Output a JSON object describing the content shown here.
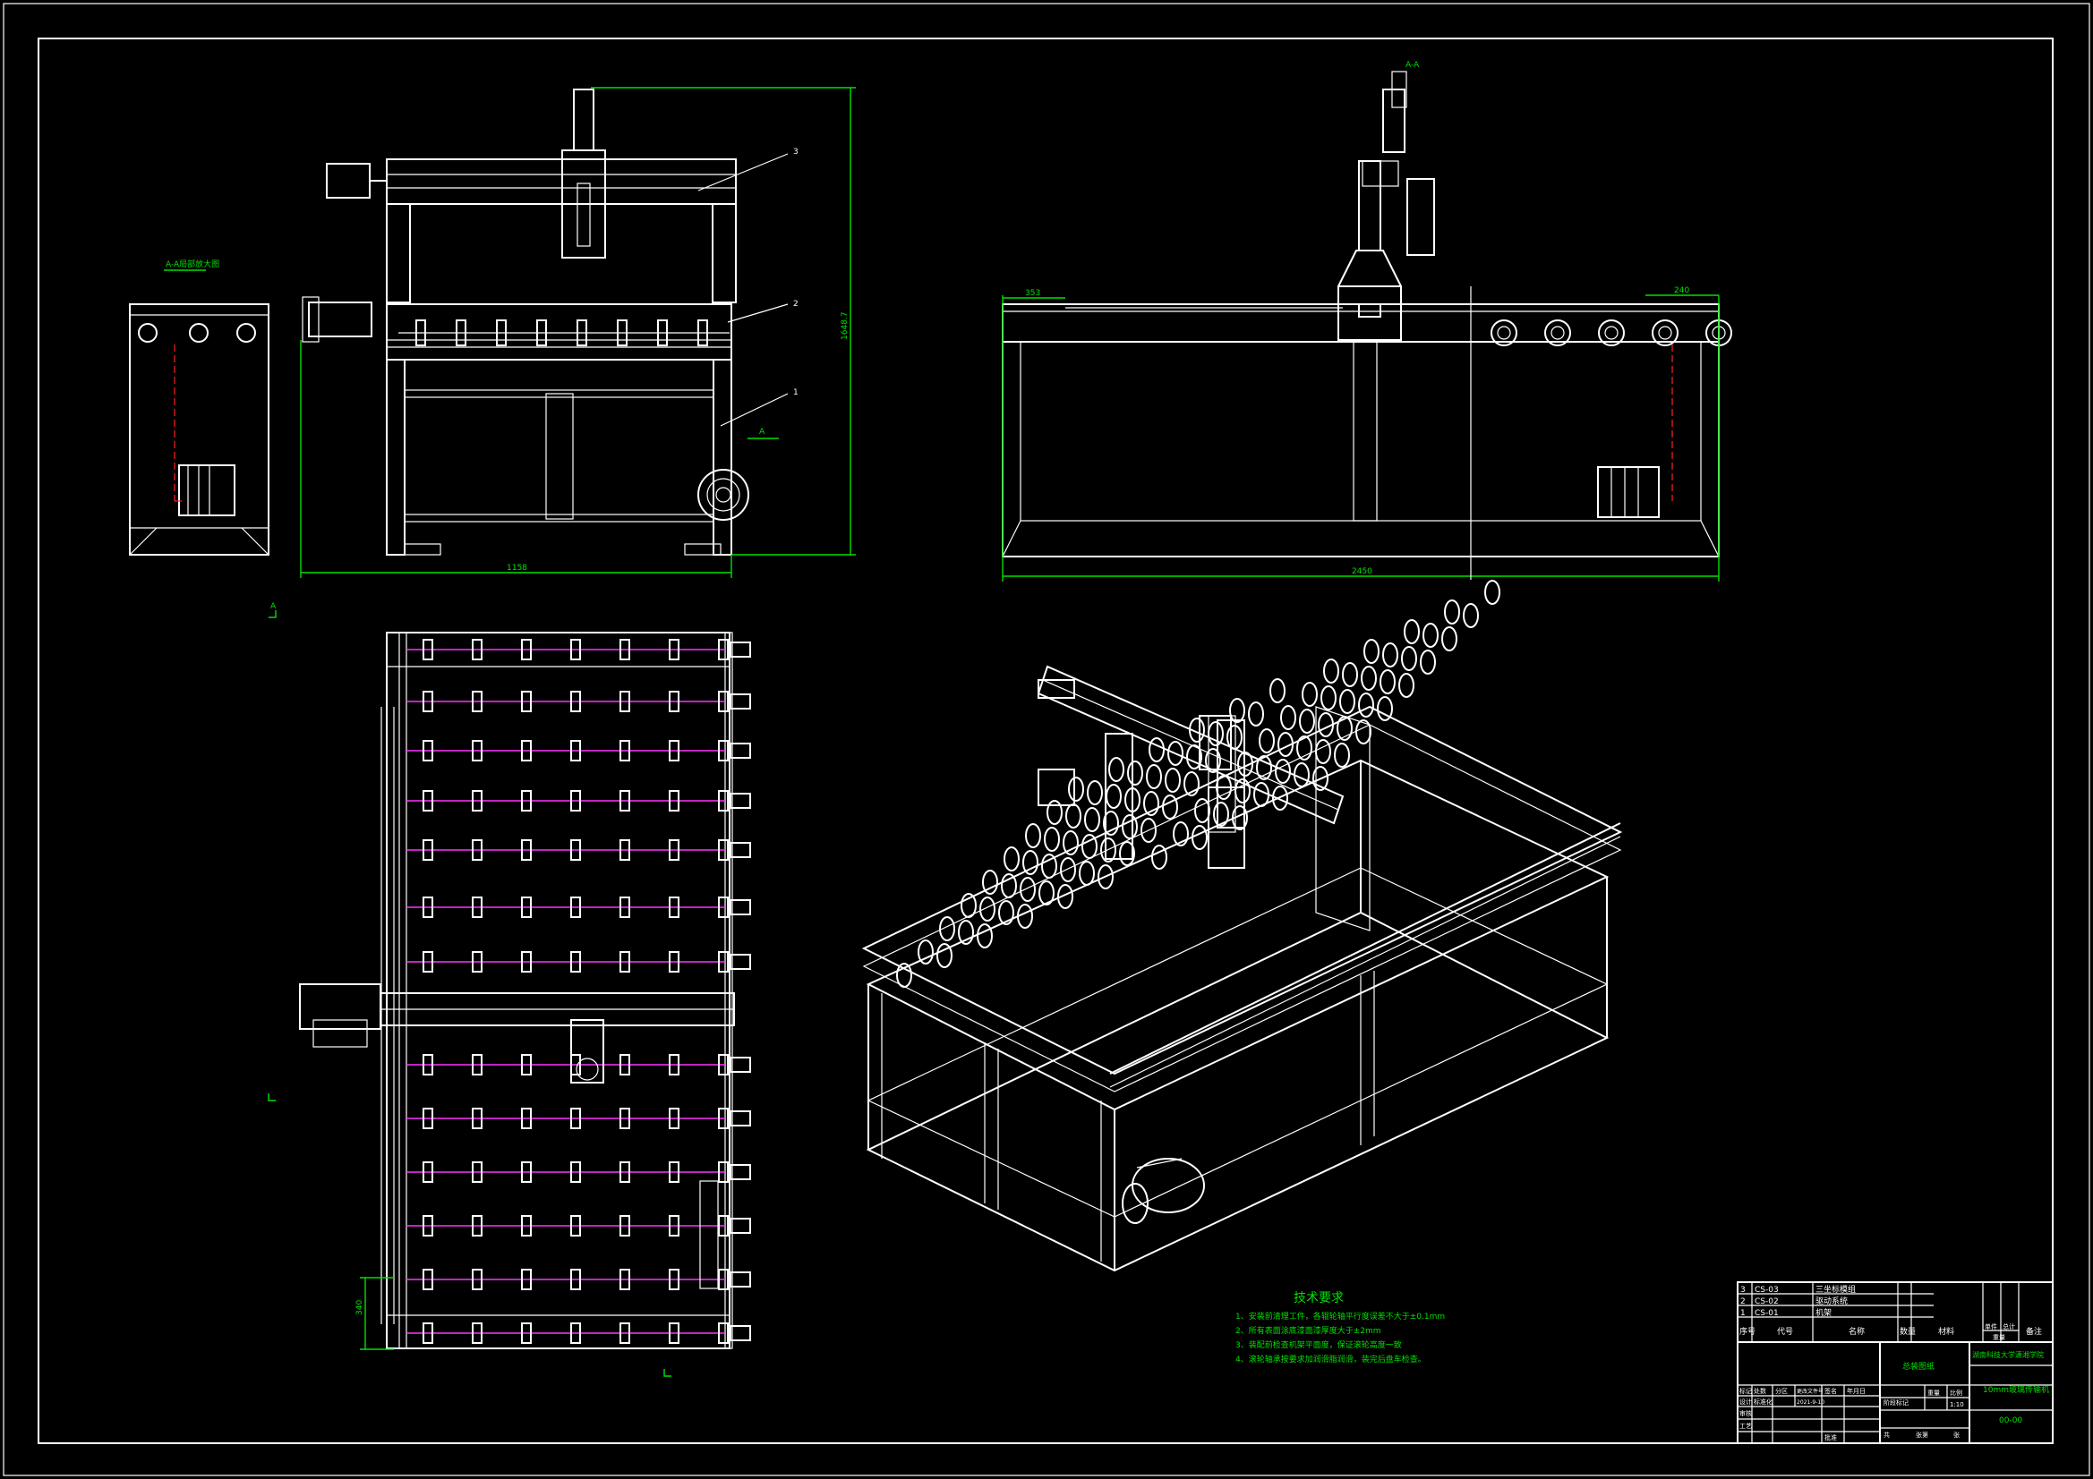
{
  "sheet": {
    "front_view": {
      "callout_1": "1",
      "callout_2": "2",
      "callout_3": "3",
      "overall_width_dim": "1158",
      "overall_height_dim": "1648.7",
      "section_marker": "A"
    },
    "side_section": {
      "title": "A-A局部放大图"
    },
    "right_view": {
      "section_marker": "A-A",
      "left_end_dim": "353",
      "right_end_dim": "240",
      "overall_length_dim": "2450"
    },
    "top_view": {
      "section_marker": "A",
      "dim_left": "340"
    },
    "tech_requirements": {
      "heading": "技术要求",
      "items": [
        "1、安装前清理工件，各辊轮轴平行度误差不大于±0.1mm",
        "2、所有表面涂底漆面漆厚度大于±2mm",
        "3、装配前检查机架平面度，保证滚轮高度一致",
        "4、滚轮轴承按要求加润滑脂润滑，装完后盘车检查。"
      ]
    },
    "title_block": {
      "bom": [
        {
          "no": "3",
          "code": "CS-03",
          "name": "三坐标模组"
        },
        {
          "no": "2",
          "code": "CS-02",
          "name": "驱动系统"
        },
        {
          "no": "1",
          "code": "CS-01",
          "name": "机架"
        }
      ],
      "bom_headers": {
        "no": "序号",
        "code": "代号",
        "name": "名称",
        "qty": "数量",
        "material": "材料",
        "unit_weight": "单件",
        "total_weight": "总计",
        "weight": "重量",
        "remark": "备注"
      },
      "material_cell": "总装图纸",
      "school": "湖南科技大学潇湘学院",
      "drawing_name": "10mm玻璃传输机",
      "drawing_no": "00-00",
      "scale_label": "比例",
      "scale_value": "1:10",
      "stage_label": "阶段标记",
      "weight_label": "重量",
      "sheet_total": "共",
      "sheet_num": "张第",
      "sheet_unit": "张",
      "designer_label": "设计",
      "reviewer_label": "审核",
      "standard_label": "标准化",
      "process_label": "工艺",
      "approve_label": "批准",
      "mark_label": "标记",
      "count_label": "处数",
      "zone_label": "分区",
      "change_doc_label": "更改文件号",
      "sign_label": "签名",
      "date_label": "年月日",
      "designer_date": "2021-9-10"
    }
  }
}
